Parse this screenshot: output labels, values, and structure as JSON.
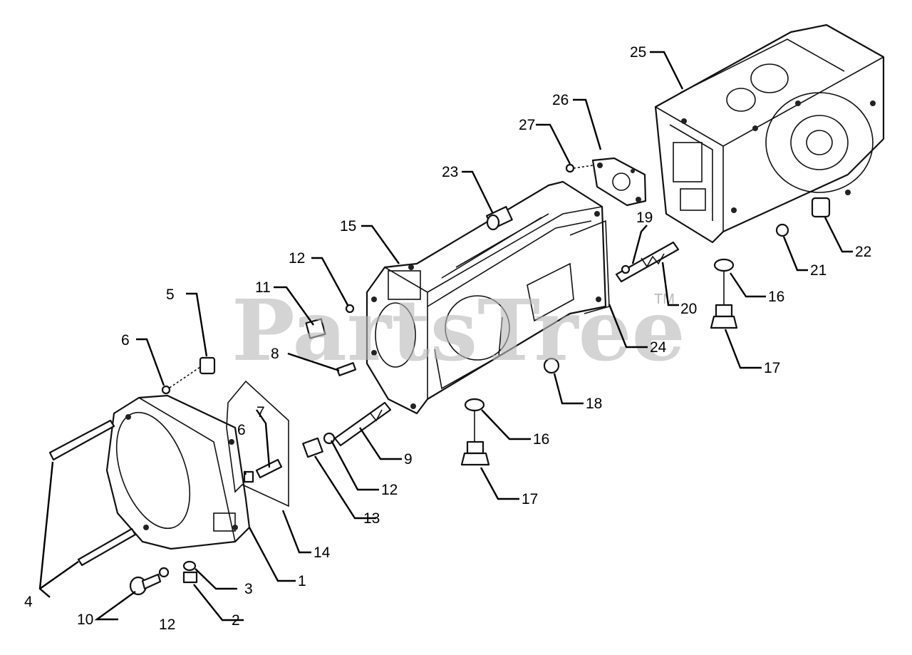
{
  "watermark": {
    "text": "PartsTree",
    "trademark": "TM"
  },
  "callouts": [
    {
      "id": "c1",
      "label": "1"
    },
    {
      "id": "c2",
      "label": "2"
    },
    {
      "id": "c3",
      "label": "3"
    },
    {
      "id": "c4",
      "label": "4"
    },
    {
      "id": "c5",
      "label": "5"
    },
    {
      "id": "c6a",
      "label": "6"
    },
    {
      "id": "c6b",
      "label": "6"
    },
    {
      "id": "c7",
      "label": "7"
    },
    {
      "id": "c8",
      "label": "8"
    },
    {
      "id": "c9",
      "label": "9"
    },
    {
      "id": "c10",
      "label": "10"
    },
    {
      "id": "c11",
      "label": "11"
    },
    {
      "id": "c12a",
      "label": "12"
    },
    {
      "id": "c12b",
      "label": "12"
    },
    {
      "id": "c12c",
      "label": "12"
    },
    {
      "id": "c13",
      "label": "13"
    },
    {
      "id": "c14",
      "label": "14"
    },
    {
      "id": "c15",
      "label": "15"
    },
    {
      "id": "c16a",
      "label": "16"
    },
    {
      "id": "c16b",
      "label": "16"
    },
    {
      "id": "c17a",
      "label": "17"
    },
    {
      "id": "c17b",
      "label": "17"
    },
    {
      "id": "c18",
      "label": "18"
    },
    {
      "id": "c19",
      "label": "19"
    },
    {
      "id": "c20",
      "label": "20"
    },
    {
      "id": "c21",
      "label": "21"
    },
    {
      "id": "c22",
      "label": "22"
    },
    {
      "id": "c23",
      "label": "23"
    },
    {
      "id": "c24",
      "label": "24"
    },
    {
      "id": "c25",
      "label": "25"
    },
    {
      "id": "c26",
      "label": "26"
    },
    {
      "id": "c27",
      "label": "27"
    }
  ]
}
